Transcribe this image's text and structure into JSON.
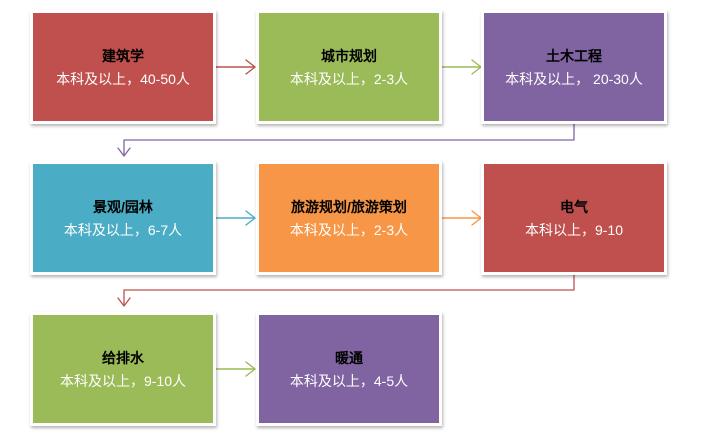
{
  "diagram": {
    "type": "flowchart",
    "background": "#ffffff",
    "title_color": "#000000",
    "subtitle_color": "#ffffff"
  },
  "nodes": [
    {
      "id": "architecture",
      "title": "建筑学",
      "subtitle": "本科及以上，40-50人",
      "color": "#c0504d"
    },
    {
      "id": "urban-planning",
      "title": "城市规划",
      "subtitle": "本科及以上，2-3人",
      "color": "#9bbb59"
    },
    {
      "id": "civil-engineering",
      "title": "土木工程",
      "subtitle": "本科及以上， 20-30人",
      "color": "#8064a2"
    },
    {
      "id": "landscape-garden",
      "title": "景观/园林",
      "subtitle": "本科及以上，6-7人",
      "color": "#4bacc6"
    },
    {
      "id": "tourism-planning",
      "title": "旅游规划/旅游策划",
      "subtitle": "本科及以上，2-3人",
      "color": "#f79646"
    },
    {
      "id": "electrical",
      "title": "电气",
      "subtitle": "本科以上，9-10",
      "color": "#c0504d"
    },
    {
      "id": "water-supply-drainage",
      "title": "给排水",
      "subtitle": "本科及以上，9-10人",
      "color": "#9bbb59"
    },
    {
      "id": "hvac",
      "title": "暖通",
      "subtitle": "本科及以上，4-5人",
      "color": "#8064a2"
    }
  ],
  "connectors": [
    {
      "from": "建筑学",
      "to": "城市规划",
      "color": "#c0504d"
    },
    {
      "from": "城市规划",
      "to": "土木工程",
      "color": "#9bbb59"
    },
    {
      "from": "土木工程",
      "to": "景观/园林",
      "color": "#8064a2"
    },
    {
      "from": "景观/园林",
      "to": "旅游规划/旅游策划",
      "color": "#4bacc6"
    },
    {
      "from": "旅游规划/旅游策划",
      "to": "电气",
      "color": "#f79646"
    },
    {
      "from": "电气",
      "to": "给排水",
      "color": "#c0504d"
    },
    {
      "from": "给排水",
      "to": "暖通",
      "color": "#9bbb59"
    }
  ]
}
